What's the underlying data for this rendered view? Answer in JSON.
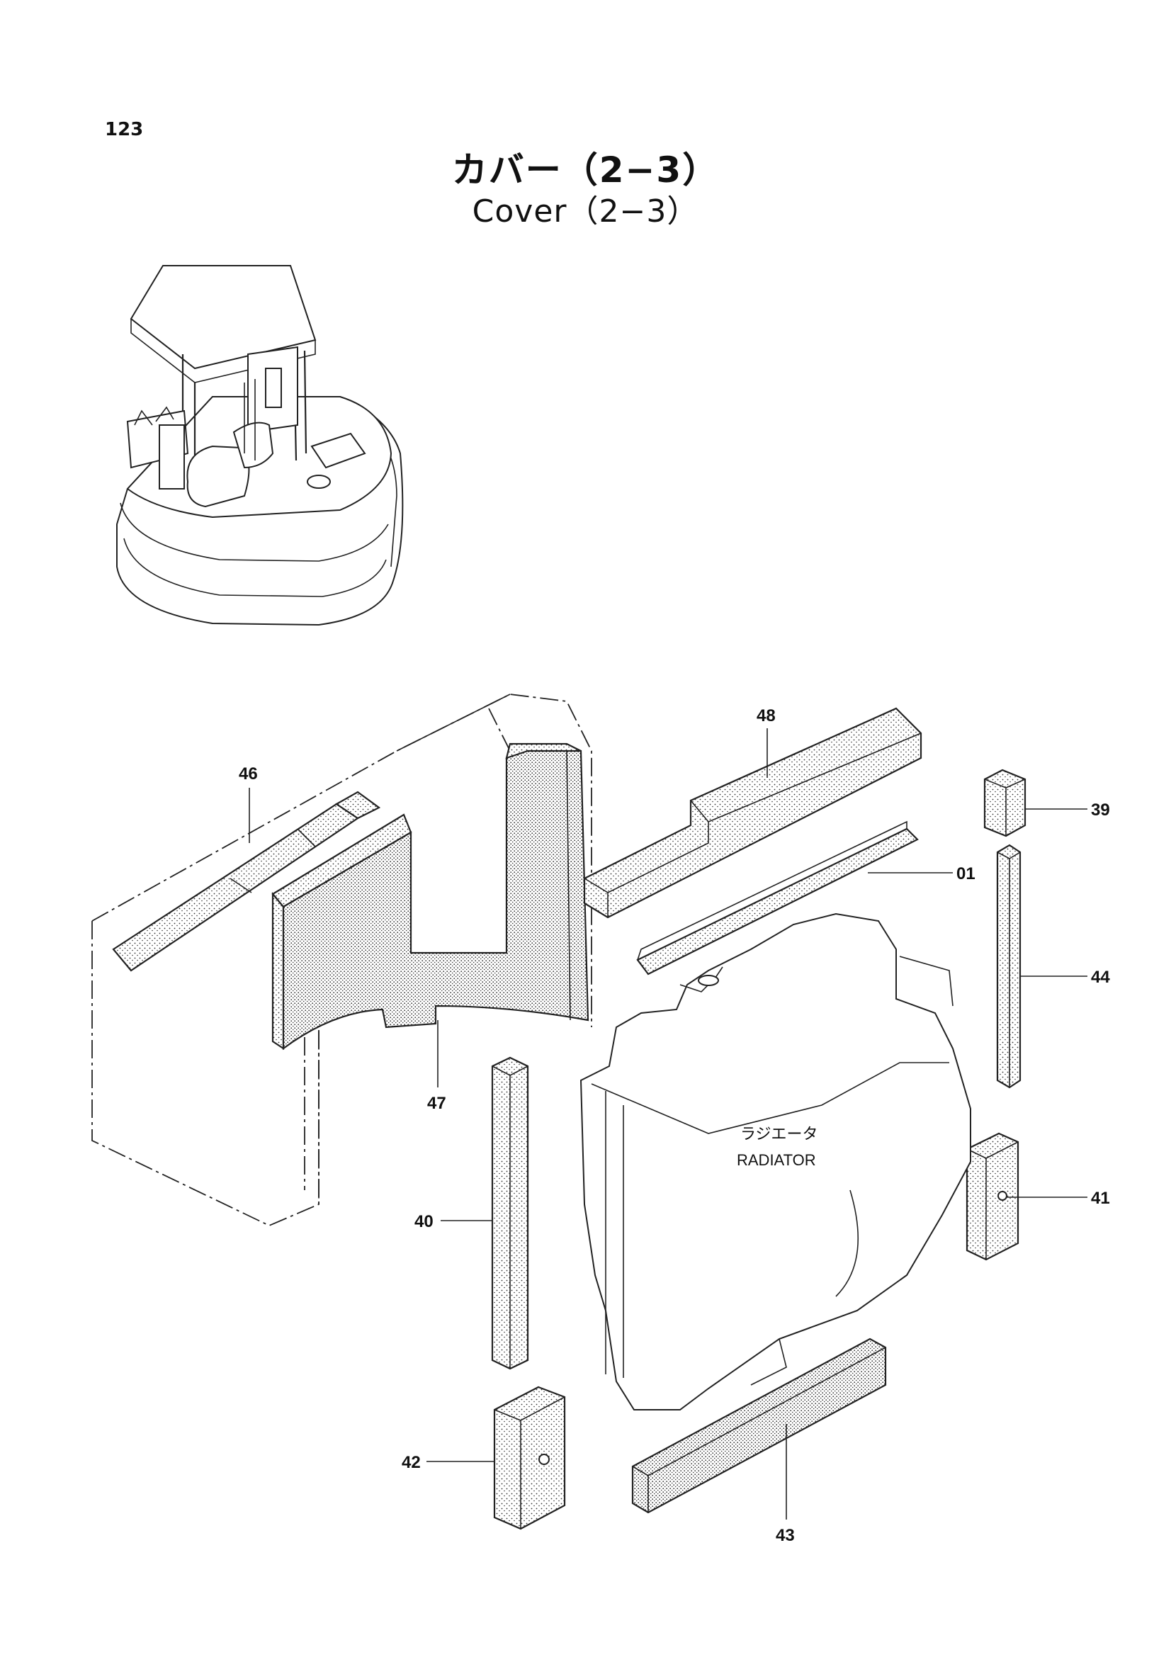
{
  "page": {
    "number": "123"
  },
  "title": {
    "japanese": "カバー（2−3）",
    "english": "Cover（2−3）"
  },
  "parts": [
    {
      "id": "46",
      "label": "46"
    },
    {
      "id": "47",
      "label": "47"
    },
    {
      "id": "48",
      "label": "48"
    },
    {
      "id": "01",
      "label": "01"
    },
    {
      "id": "39",
      "label": "39"
    },
    {
      "id": "44",
      "label": "44"
    },
    {
      "id": "40",
      "label": "40"
    },
    {
      "id": "41",
      "label": "41"
    },
    {
      "id": "42",
      "label": "42"
    },
    {
      "id": "43",
      "label": "43"
    }
  ],
  "radiator": {
    "label_jp": "ラジエータ",
    "label_en": "RADIATOR"
  }
}
